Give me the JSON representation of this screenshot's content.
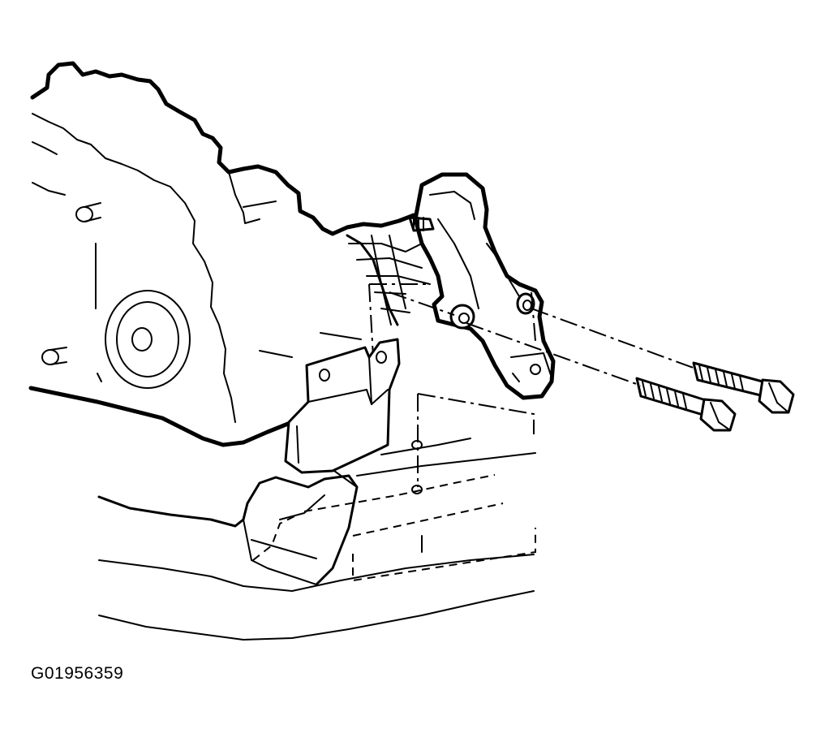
{
  "figure": {
    "caption": "G01956359"
  },
  "parts": [
    {
      "name": "engine-block"
    },
    {
      "name": "engine-mount-bracket"
    },
    {
      "name": "mount-bolt-upper"
    },
    {
      "name": "mount-bolt-lower"
    },
    {
      "name": "support-bracket"
    },
    {
      "name": "crossmember"
    }
  ]
}
